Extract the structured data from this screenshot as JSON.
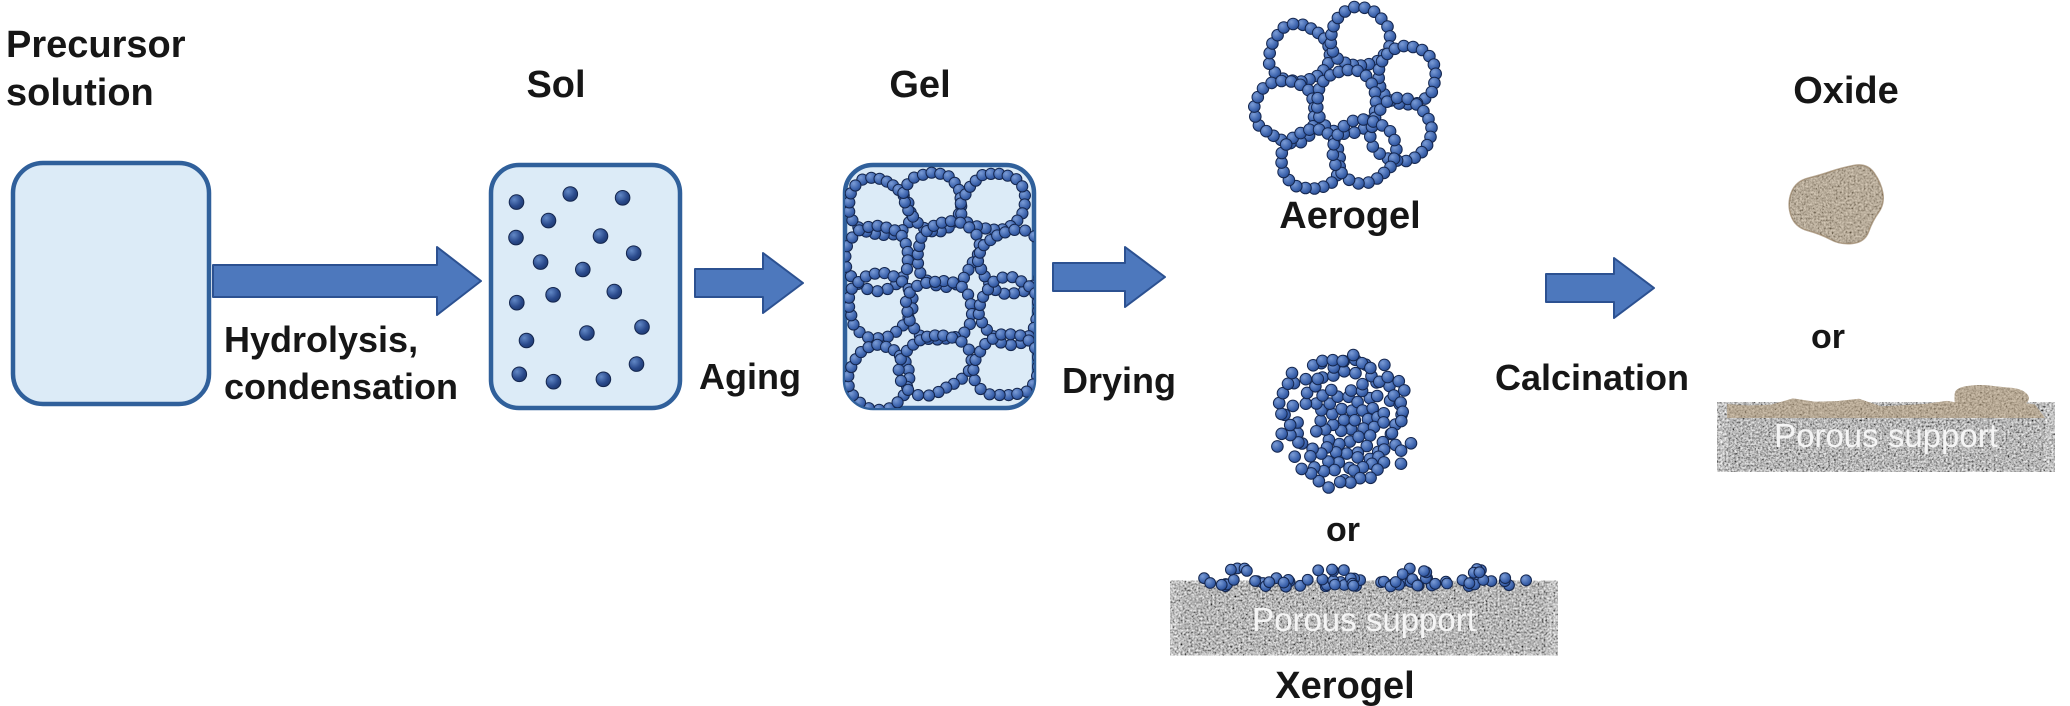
{
  "stages": {
    "precursor": {
      "line1": "Precursor",
      "line2": "solution"
    },
    "sol": {
      "label": "Sol"
    },
    "gel": {
      "label": "Gel"
    },
    "aerogel": {
      "label": "Aerogel"
    },
    "xerogel": {
      "label": "Xerogel"
    },
    "oxide": {
      "label": "Oxide"
    }
  },
  "steps": {
    "hydrolysis": {
      "line1": "Hydrolysis,",
      "line2": "condensation"
    },
    "aging": {
      "label": "Aging"
    },
    "drying": {
      "label": "Drying"
    },
    "calcination": {
      "label": "Calcination"
    }
  },
  "connectors": {
    "or_aerogel_xerogel": "or",
    "or_oxide_supported": "or"
  },
  "supports": {
    "left_label": "Porous support",
    "right_label": "Porous support"
  },
  "colors": {
    "vessel_fill": "#dcebf7",
    "vessel_border": "#30609b",
    "arrow_fill": "#4d78bd",
    "particle_blue": "#3b62ac",
    "support_gray": "#8d8d8d",
    "oxide_tan": "#b39a76"
  }
}
